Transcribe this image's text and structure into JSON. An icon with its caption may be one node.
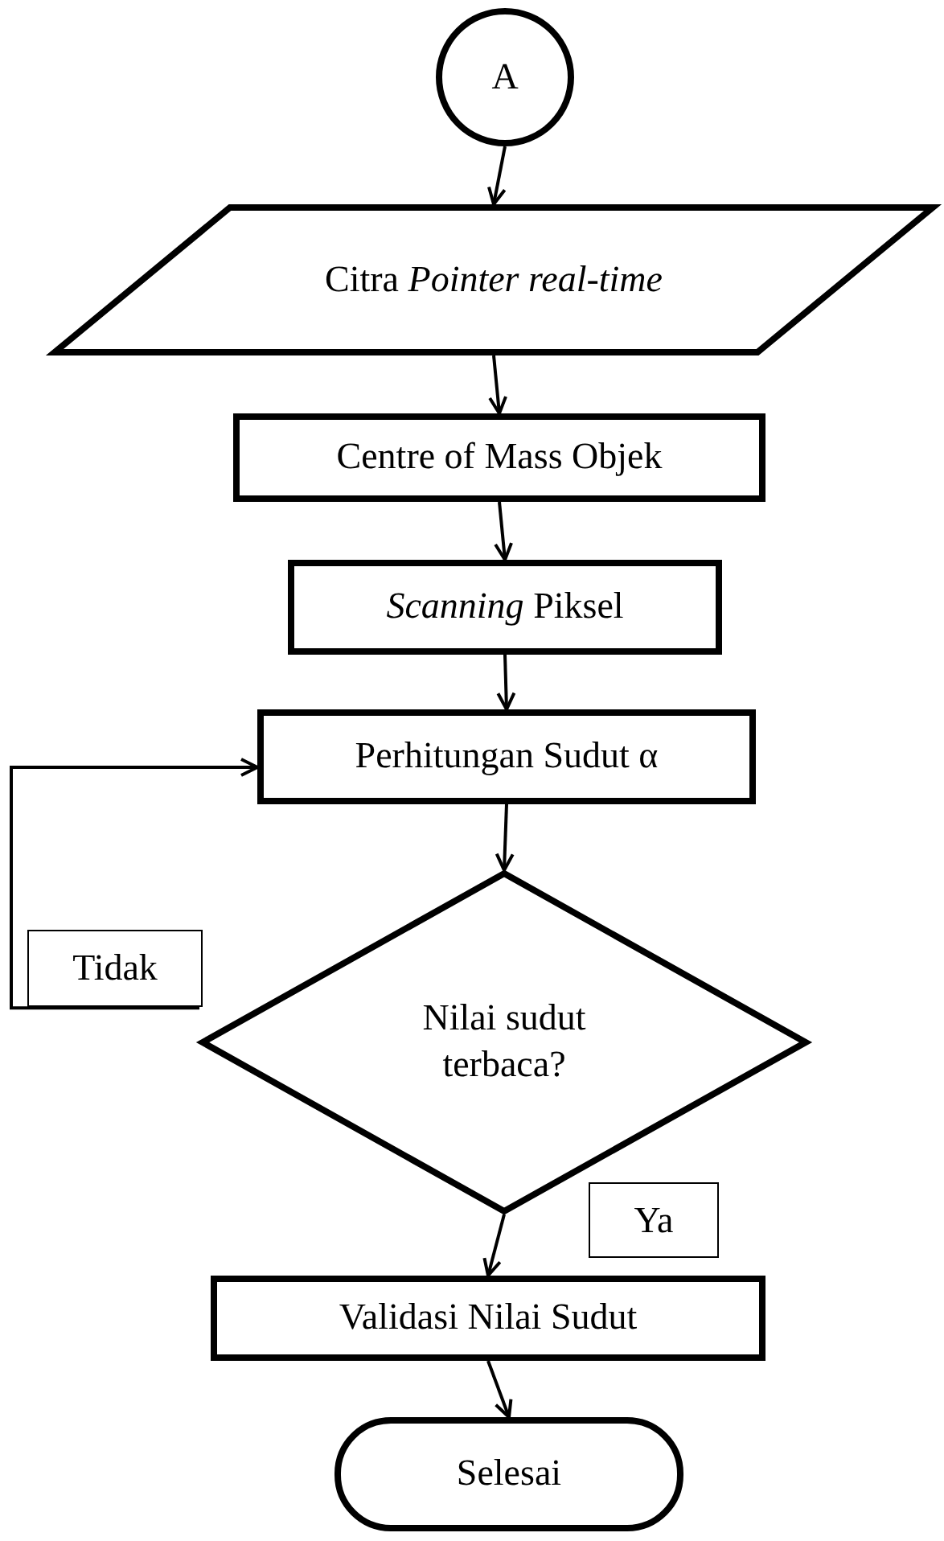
{
  "diagram": {
    "nodes": [
      {
        "text": [
          "A"
        ]
      },
      {
        "text": [
          "Citra *Pointer* *real-time*"
        ]
      },
      {
        "text": [
          "Centre of Mass Objek"
        ]
      },
      {
        "text": [
          "*Scanning* Piksel"
        ]
      },
      {
        "text": [
          "Perhitungan Sudut α"
        ]
      },
      {
        "text": [
          "Nilai sudut terbaca?"
        ]
      },
      {
        "text": [
          "Validasi Nilai Sudut"
        ]
      },
      {
        "text": [
          "Selesai"
        ]
      }
    ],
    "edges": [
      {
        "from": 0,
        "to": 1,
        "arrow": "to"
      },
      {
        "from": 1,
        "to": 2,
        "arrow": "to"
      },
      {
        "from": 2,
        "to": 3,
        "arrow": "to"
      },
      {
        "from": 3,
        "to": 4,
        "arrow": "to"
      },
      {
        "from": 4,
        "to": 5,
        "arrow": "to"
      },
      {
        "from": 5,
        "to": 4,
        "arrow": "to",
        "label": "Tidak"
      },
      {
        "from": 5,
        "to": 6,
        "arrow": "to",
        "label": "Ya"
      },
      {
        "from": 6,
        "to": 7,
        "arrow": "to"
      }
    ]
  }
}
